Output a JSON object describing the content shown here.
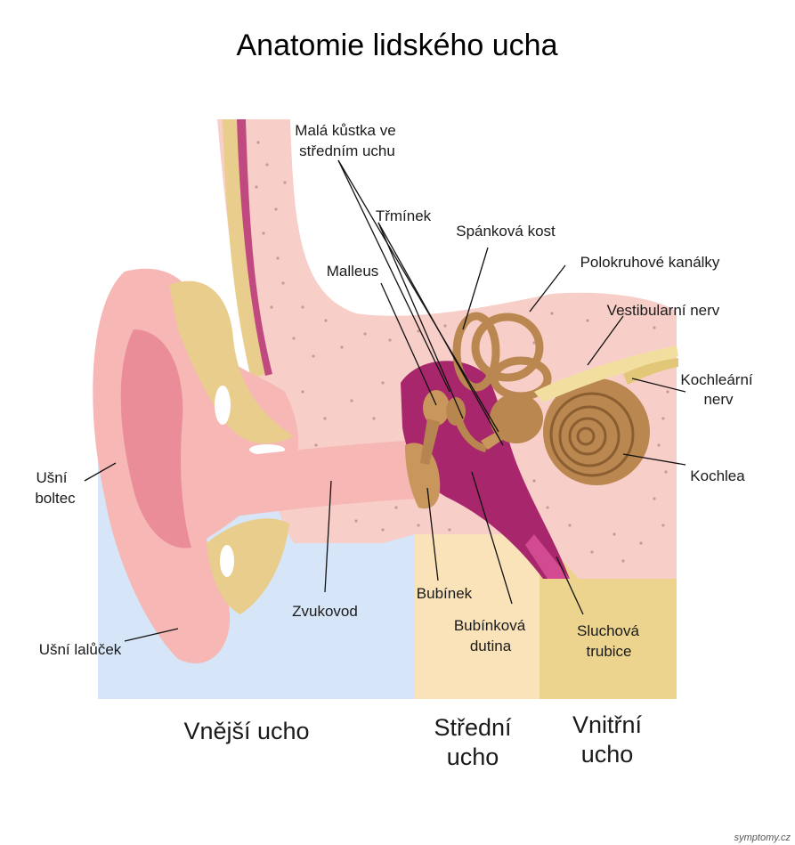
{
  "title": "Anatomie lidského ucha",
  "labels": {
    "mala_kustka": [
      "Malá kůstka ve",
      "středním uchu"
    ],
    "trminek": "Třmínek",
    "spankova_kost": "Spánková kost",
    "malleus": "Malleus",
    "polokruhove_kanalky": "Polokruhové kanálky",
    "vestibularni_nerv": "Vestibularní nerv",
    "kochlearni_nerv": [
      "Kochleární",
      "nerv"
    ],
    "usni_boltec": [
      "Ušní",
      "boltec"
    ],
    "kochlea": "Kochlea",
    "bubinek": "Bubínek",
    "zvukovod": "Zvukovod",
    "bubinkova_dutina": [
      "Bubínková",
      "dutina"
    ],
    "sluchova_trubice": [
      "Sluchová",
      "trubice"
    ],
    "usni_lalucek": "Ušní lalůček"
  },
  "sections": {
    "outer": "Vnější ucho",
    "middle": [
      "Střední",
      "ucho"
    ],
    "inner": [
      "Vnitřní",
      "ucho"
    ]
  },
  "watermark": "symptomy.cz",
  "colors": {
    "outer_zone": "#d6e6f8",
    "middle_zone": "#fbe3b9",
    "inner_zone": "#ecd38e",
    "skin": "#f6b7b5",
    "skin_dark": "#ea8d98",
    "bone": "#f8cec8",
    "cartilage": "#e9cd8c",
    "cavity": "#a8266b",
    "ossicle": "#c9965b",
    "cochlea": "#b9874f",
    "nerve": "#f2dfa0"
  }
}
